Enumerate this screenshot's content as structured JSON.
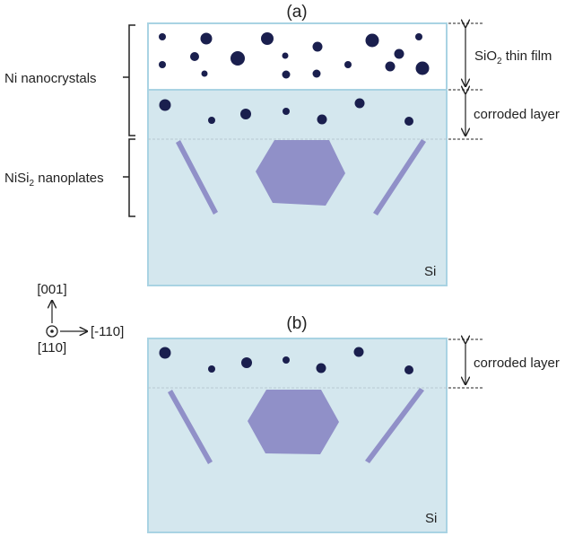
{
  "panel_a": {
    "title": "(a)",
    "substrate_label": "Si",
    "dimension_labels": {
      "film": {
        "prefix": "SiO",
        "subscript": "2",
        "suffix": " thin film"
      },
      "corroded": "corroded layer"
    },
    "side_labels": {
      "nanocrystals": "Ni nanocrystals",
      "nanoplates": {
        "prefix": "NiSi",
        "subscript": "2",
        "suffix": " nanoplates"
      }
    }
  },
  "panel_b": {
    "title": "(b)",
    "substrate_label": "Si",
    "dimension_labels": {
      "corroded": "corroded layer"
    }
  },
  "axes": {
    "up": "[001]",
    "right": "[-110]",
    "out_of_plane": "[110]"
  },
  "colors": {
    "substrate_fill": "#d4e7ee",
    "panel_border": "#a9d3e3",
    "oxide_fill": "#ffffff",
    "nanocrystal": "#1a1f4e",
    "nanoplate": "#9090c8",
    "interface_dashed": "#b9c9d2"
  }
}
